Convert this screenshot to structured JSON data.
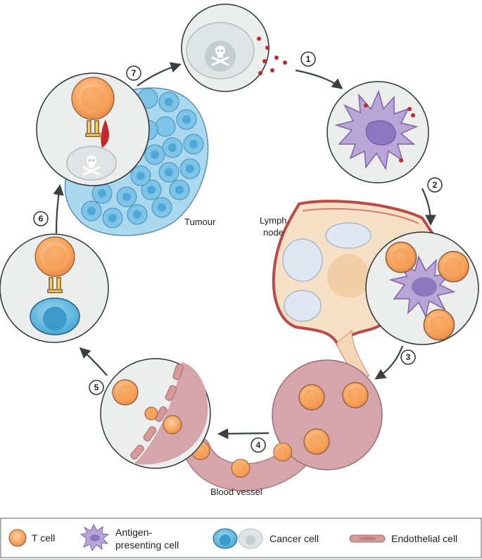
{
  "labels": {
    "tumour": "Tumour",
    "lymph_line1": "Lymph",
    "lymph_line2": "node",
    "blood_vessel": "Blood vessel"
  },
  "steps": [
    "1",
    "2",
    "3",
    "4",
    "5",
    "6",
    "7"
  ],
  "legend": {
    "t_cell": "T cell",
    "apc_line1": "Antigen-",
    "apc_line2": "presenting cell",
    "cancer_cell": "Cancer cell",
    "endothelial_cell": "Endothelial cell"
  },
  "colors": {
    "t_cell": "#f7a35c",
    "apc": "#b9a6d6",
    "cancer_cell": "#5bb8e0",
    "dead_cell": "#dfe4e4",
    "endothelial": "#d89a98",
    "lymph_node": "#f6e1c6",
    "vessel": "#d5a5ab",
    "panel_bg": "#eceeee",
    "antigen": "#c0282c"
  }
}
